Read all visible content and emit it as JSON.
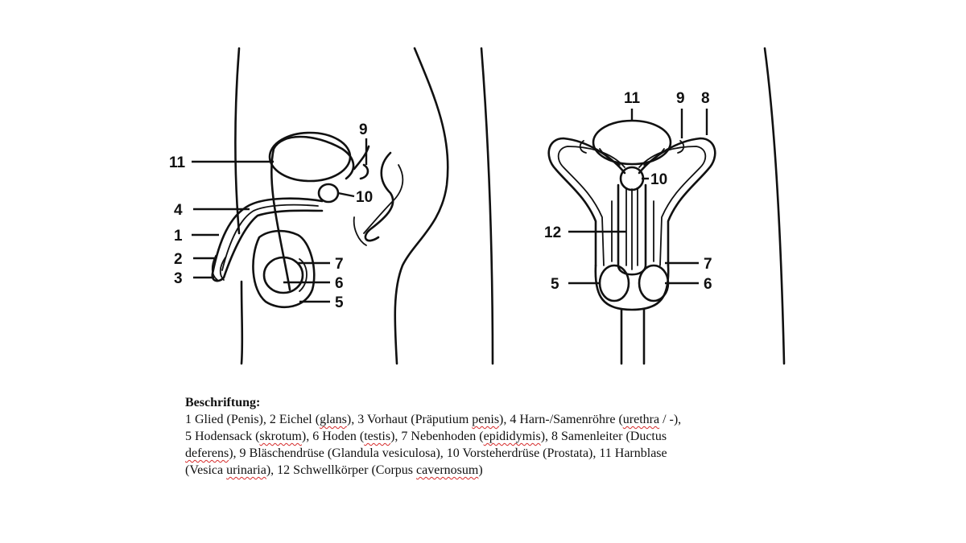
{
  "left_view": {
    "labels": [
      "11",
      "9",
      "4",
      "10",
      "1",
      "2",
      "3",
      "7",
      "6",
      "5"
    ]
  },
  "right_view": {
    "labels": [
      "11",
      "9",
      "8",
      "10",
      "12",
      "7",
      "5",
      "6"
    ]
  },
  "legend": {
    "heading": "Beschriftung:",
    "text": [
      "1 Glied (Penis), 2 Eichel (",
      "glans",
      "), 3 Vorhaut (Präputium ",
      "penis",
      "), 4 Harn-/Samenröhre (",
      "urethra",
      " / -),",
      "5 Hodensack (",
      "skrotum",
      "), 6 Hoden (",
      "testis",
      "), 7 Nebenhoden (",
      "epididymis",
      "), 8 Samenleiter (Ductus",
      "deferens",
      "), 9 Bläschendrüse (Glandula vesiculosa), 10 Vorsteherdrüse (Prostata), 11 Harnblase",
      "(Vesica ",
      "urinaria",
      "), 12 Schwellkörper (Corpus ",
      "cavernosum",
      ")"
    ]
  }
}
